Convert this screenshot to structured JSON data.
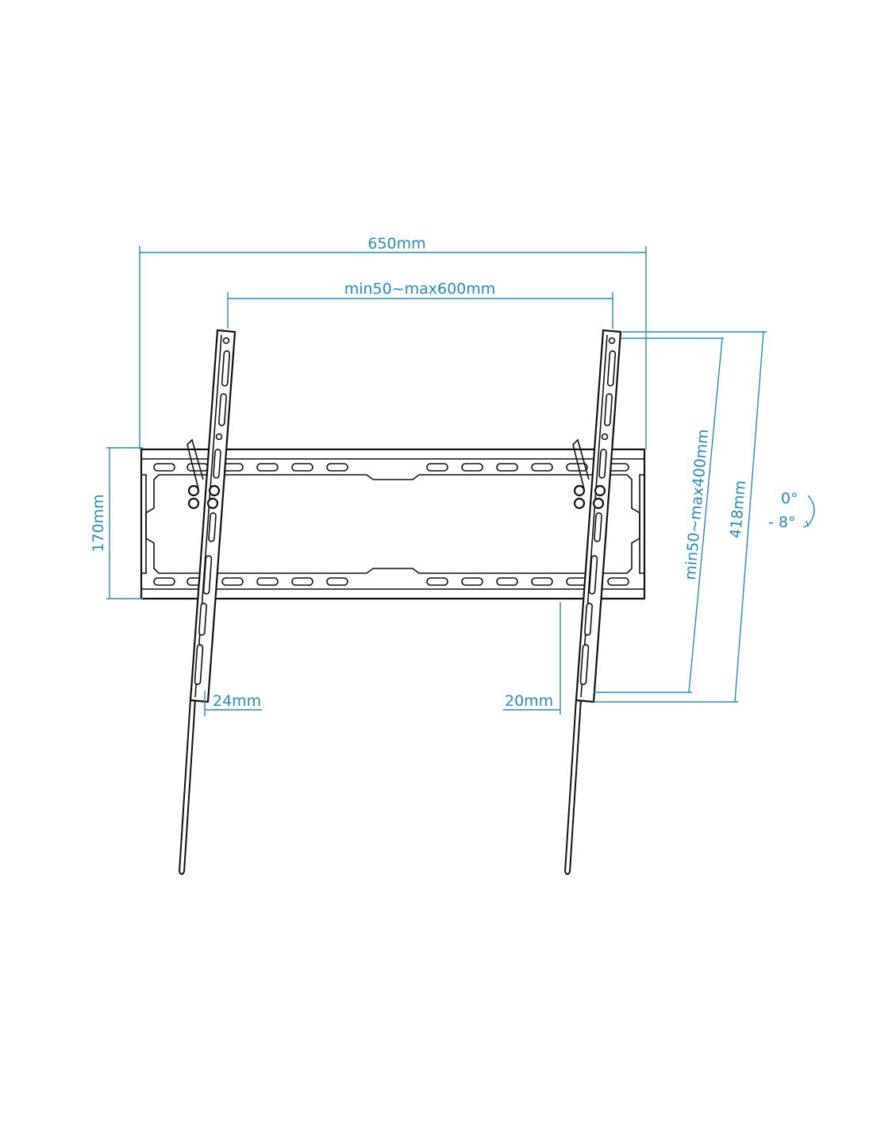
{
  "dimensions": {
    "overall_width": "650mm",
    "vesa_horizontal": "min50~max600mm",
    "plate_height": "170mm",
    "vesa_vertical": "min50~max400mm",
    "bracket_length": "418mm",
    "bracket_width_left": "24mm",
    "bracket_width_right": "20mm"
  },
  "tilt": {
    "max": "0°",
    "min": "- 8°"
  },
  "colors": {
    "dimension_lines": "#2a8ab8",
    "drawing": "#111111"
  }
}
